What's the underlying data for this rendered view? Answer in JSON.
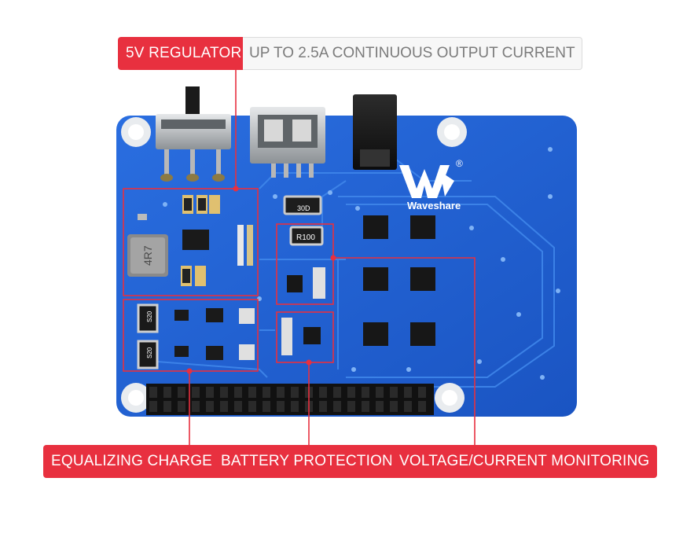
{
  "labels": {
    "regulator": {
      "name": "5V REGULATOR",
      "description": "UP TO 2.5A CONTINUOUS OUTPUT CURRENT"
    },
    "equalizing": "EQUALIZING CHARGE",
    "battery_protection": "BATTERY PROTECTION",
    "monitoring": "VOLTAGE/CURRENT MONITORING"
  },
  "board": {
    "brand": "Waveshare",
    "registered_mark": "®",
    "inductor_marking": "4R7",
    "shunt_marking": "R100",
    "resistor_marking": "30D",
    "diode_marking_1": "S20",
    "diode_marking_2": "S20"
  },
  "colors": {
    "accent": "#e8303f",
    "pcb": "#1d5fd0",
    "callout_line": "#e8303f"
  }
}
